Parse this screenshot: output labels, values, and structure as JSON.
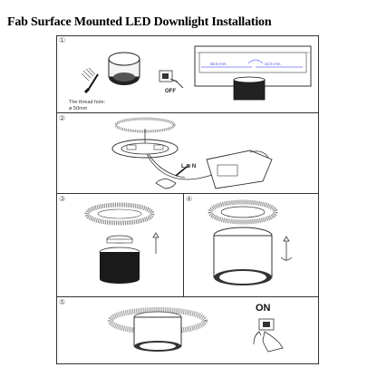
{
  "title": "Fab Surface Mounted LED Downlight Installation",
  "steps": [
    "①",
    "②",
    "③",
    "④",
    "⑤"
  ],
  "step1": {
    "switch_label": "OFF",
    "thread_hole_line1": "The thread hole:",
    "thread_hole_line2": "ø 50mm",
    "dim_left": "66.5 mm",
    "dim_right": "34.5 mm"
  },
  "step2": {
    "terminal_labels": "L ⊕ N"
  },
  "step5": {
    "switch_label": "ON"
  }
}
